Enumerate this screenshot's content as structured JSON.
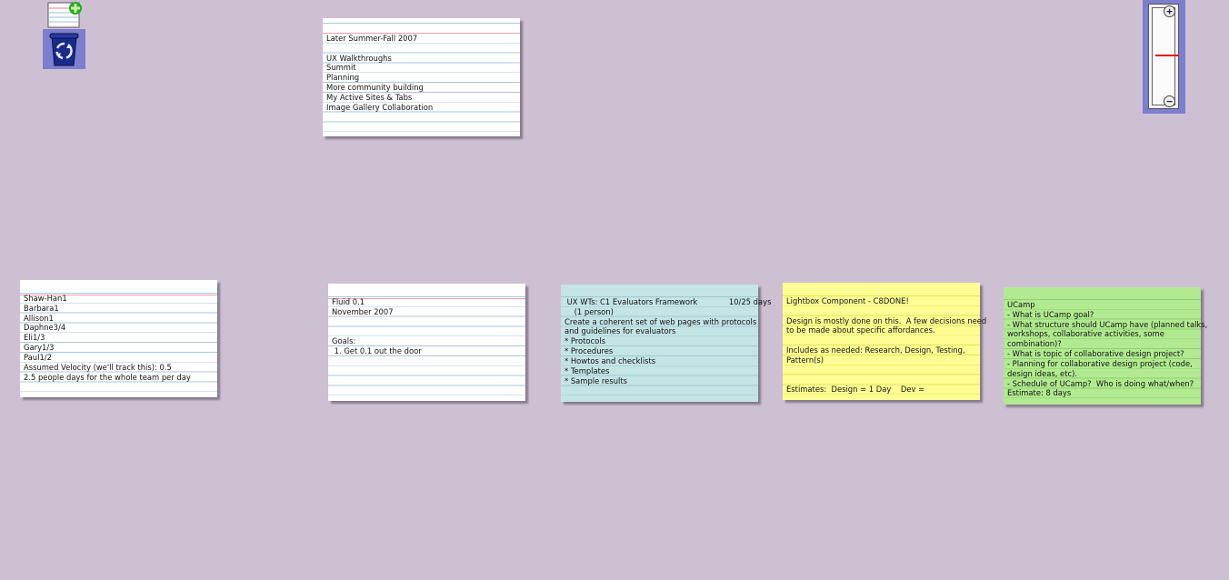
{
  "tools": {
    "new_card_icon": "new-card-icon",
    "trash_icon": "recycle-bin-icon"
  },
  "zoom": {
    "plus": "+",
    "minus": "−",
    "level": 0.5
  },
  "cards": [
    {
      "id": "later-summer",
      "color": "white-lined",
      "lines": [
        "Later Summer-Fall 2007",
        "",
        "UX Walkthroughs",
        "Summit",
        "Planning",
        "More community building",
        "My Active Sites & Tabs",
        "Image Gallery Collaboration"
      ]
    },
    {
      "id": "team-velocity",
      "color": "white-lined",
      "lines": [
        "Shaw-Han1",
        "Barbara1",
        "Allison1",
        "Daphne3/4",
        "Eli1/3",
        "Gary1/3",
        "Paul1/2",
        "Assumed Velocity (we'll track this): 0.5",
        "2.5 people days for the whole team per day"
      ]
    },
    {
      "id": "fluid-01",
      "color": "white-lined",
      "lines": [
        "Fluid 0.1",
        "November 2007",
        "",
        "",
        "Goals:",
        " 1. Get 0.1 out the door"
      ]
    },
    {
      "id": "ux-wts",
      "color": "blue",
      "lines": [
        " UX WTs: C1 Evaluators Framework             10/25 days",
        "    (1 person)",
        "Create a coherent set of web pages with protocols",
        "and guidelines for evaluators",
        "* Protocols",
        "* Procedures",
        "* Howtos and checklists",
        "* Templates",
        "* Sample results"
      ]
    },
    {
      "id": "lightbox",
      "color": "yellow",
      "lines": [
        "Lightbox Component - C8DONE!",
        "",
        "Design is mostly done on this.  A few decisions need",
        "to be made about specific affordances.",
        "",
        "Includes as needed: Research, Design, Testing,",
        "Pattern(s)",
        "",
        "",
        "Estimates:  Design = 1 Day    Dev ="
      ]
    },
    {
      "id": "ucamp",
      "color": "green",
      "lines": [
        "UCamp",
        "- What is UCamp goal?",
        "- What structure should UCamp have (planned talks,",
        "workshops, collaborative activities, some",
        "combination)?",
        "- What is topic of collaborative design project?",
        "- Planning for collaborative design project (code,",
        "design ideas, etc).",
        "- Schedule of UCamp?  Who is doing what/when?",
        "Estimate: 8 days"
      ]
    }
  ]
}
